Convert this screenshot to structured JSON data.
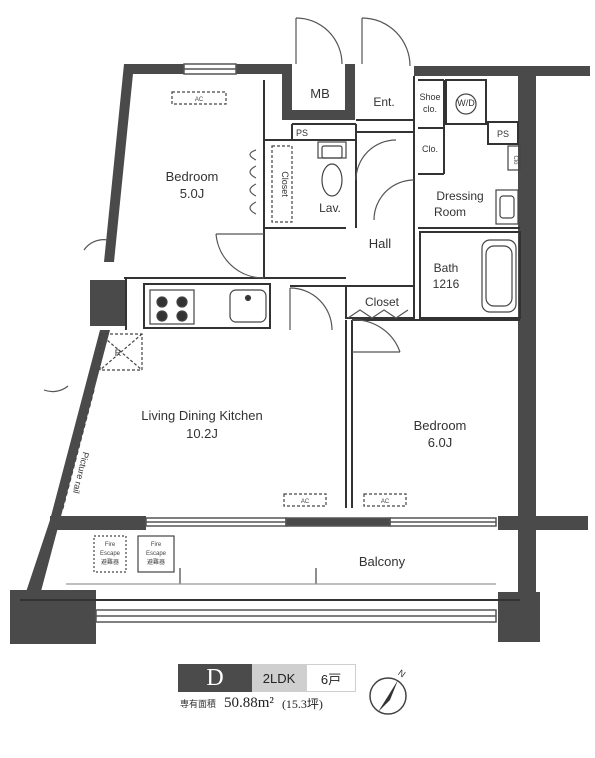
{
  "rooms": {
    "bedroom1_name": "Bedroom",
    "bedroom1_size": "5.0J",
    "bedroom2_name": "Bedroom",
    "bedroom2_size": "6.0J",
    "ldk_name": "Living Dining Kitchen",
    "ldk_size": "10.2J",
    "hall": "Hall",
    "lav": "Lav.",
    "ent": "Ent.",
    "mb": "MB",
    "dressing_line1": "Dressing",
    "dressing_line2": "Room",
    "bath_line1": "Bath",
    "bath_line2": "1216",
    "closet": "Closet",
    "closet_vertical": "Closet",
    "balcony": "Balcony",
    "wd": "W/D",
    "shoe_line1": "Shoe",
    "shoe_line2": "clo.",
    "clo": "Clo.",
    "clo2": "Clo",
    "ps": "PS",
    "ac": "AC",
    "refrigerator": "R",
    "picture_rail": "Picture rail",
    "fire_escape_line1": "Fire",
    "fire_escape_line2": "Escape",
    "fire_escape_line3": "避難器"
  },
  "info": {
    "type": "D",
    "layout": "2LDK",
    "units": "6戸",
    "area_label": "専有面積",
    "area": "50.88m²",
    "tsubo": "(15.3坪)"
  },
  "compass": {
    "label": "N"
  }
}
